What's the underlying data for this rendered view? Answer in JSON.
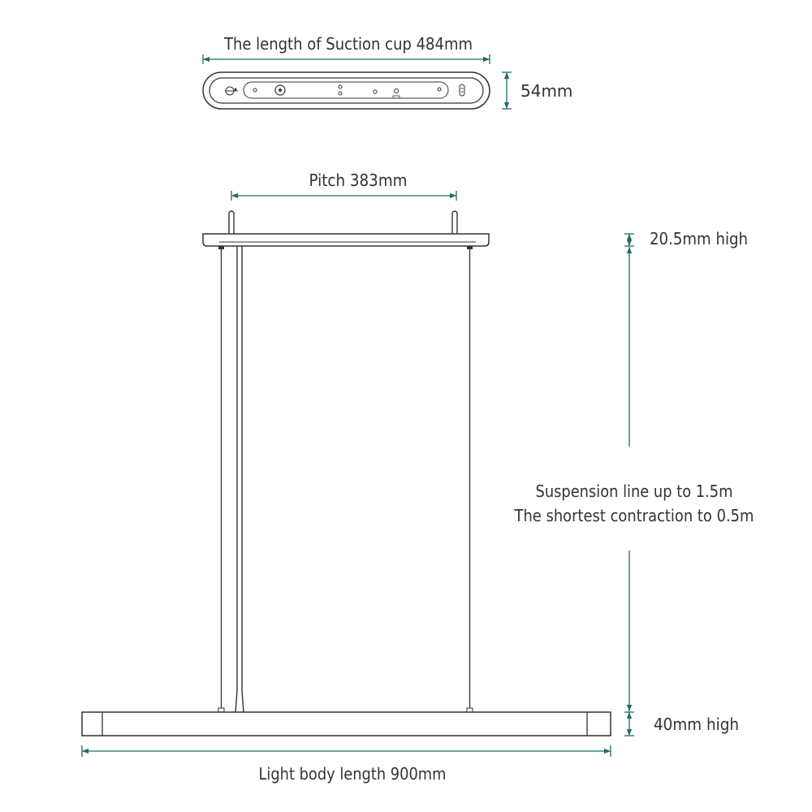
{
  "colors": {
    "dimension": "#1f6b66",
    "outline": "#333333",
    "text": "#333333"
  },
  "labels": {
    "suction_cup_length": "The length of Suction cup 484mm",
    "suction_cup_height": "54mm",
    "pitch": "Pitch 383mm",
    "canopy_height": "20.5mm high",
    "suspension_line_max": "Suspension line up to 1.5m",
    "suspension_line_min": "The shortest contraction to 0.5m",
    "light_body_height": "40mm high",
    "light_body_length": "Light body length 900mm"
  }
}
